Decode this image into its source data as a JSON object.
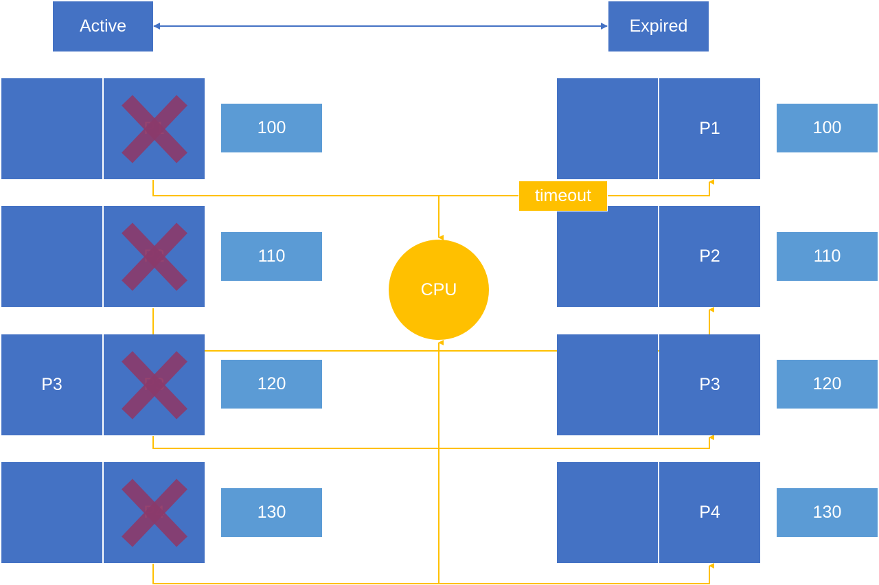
{
  "headers": {
    "active": "Active",
    "expired": "Expired"
  },
  "active": {
    "rows": [
      {
        "left": "",
        "right": "P1",
        "right_crossed": true,
        "priority": "100"
      },
      {
        "left": "",
        "right": "P2",
        "right_crossed": true,
        "priority": "110"
      },
      {
        "left": "P3",
        "right": "P3",
        "right_crossed": true,
        "priority": "120"
      },
      {
        "left": "",
        "right": "P4",
        "right_crossed": true,
        "priority": "130"
      }
    ]
  },
  "expired": {
    "rows": [
      {
        "left": "",
        "right": "P1",
        "priority": "100"
      },
      {
        "left": "",
        "right": "P2",
        "priority": "110"
      },
      {
        "left": "",
        "right": "P3",
        "priority": "120"
      },
      {
        "left": "",
        "right": "P4",
        "priority": "130"
      }
    ]
  },
  "cpu_label": "CPU",
  "timeout_label": "timeout",
  "colors": {
    "queue_blue": "#4472c4",
    "priority_blue": "#5b9bd5",
    "cpu_yellow": "#ffc000",
    "cross_mark": "#8b3a6b",
    "crossed_text": "#ff9a9a",
    "header_arrow": "#4472c4"
  }
}
